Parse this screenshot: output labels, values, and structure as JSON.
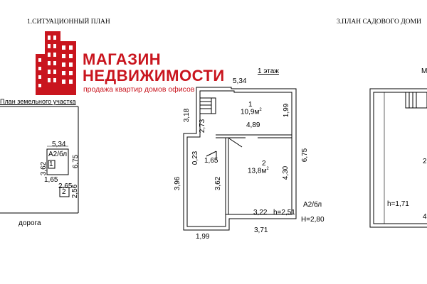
{
  "headings": {
    "situation_plan": "1.СИТУАЦИОННЫЙ ПЛАН",
    "house_plan": "3.ПЛАН САДОВОГО ДОМИ",
    "plot_plan": "План земельного участка",
    "floor_1": "1 этаж",
    "corner_partial": "М"
  },
  "logo": {
    "line1": "МАГАЗИН",
    "line2": "НЕДВИЖИМОСТИ",
    "tagline": "продажа квартир домов офисов",
    "color": "#c9151e"
  },
  "site_plan": {
    "dim_top": "5,34",
    "building_code": "А2/бл",
    "dim_right": "6,75",
    "dim_left": "3,62",
    "room_marker_1": "1",
    "dim_bottom_left": "1,65",
    "dim_small_top": "2,65",
    "room_marker_2": "2",
    "dim_small_right": "2,56",
    "road_label": "дорога"
  },
  "floor_plan": {
    "dim_top": "5,34",
    "dim_stair_left": "3,18",
    "dim_stair_inner": "2,73",
    "room1_number": "1",
    "room1_area": "10,9м",
    "room1_area_sup": "2",
    "dim_room1_right": "1,99",
    "dim_inner_width": "4,89",
    "dim_wall_small": "0,23",
    "dim_corridor": "1,65",
    "room2_number": "2",
    "room2_area": "13,8м",
    "room2_area_sup": "2",
    "dim_outer_right": "6,75",
    "dim_room2_right": "4,30",
    "dim_left_outer": "3,96",
    "dim_left_inner": "3,62",
    "dim_bottom_inner": "3,22",
    "ceiling_height": "h=2,51",
    "building_code": "А2/бл",
    "total_height": "H=2,80",
    "dim_bottom_right": "3,71",
    "dim_bottom_left": "1,99"
  },
  "second_plan": {
    "ceiling_height": "h=1,71",
    "partial_2": "2",
    "partial_4": "4"
  }
}
